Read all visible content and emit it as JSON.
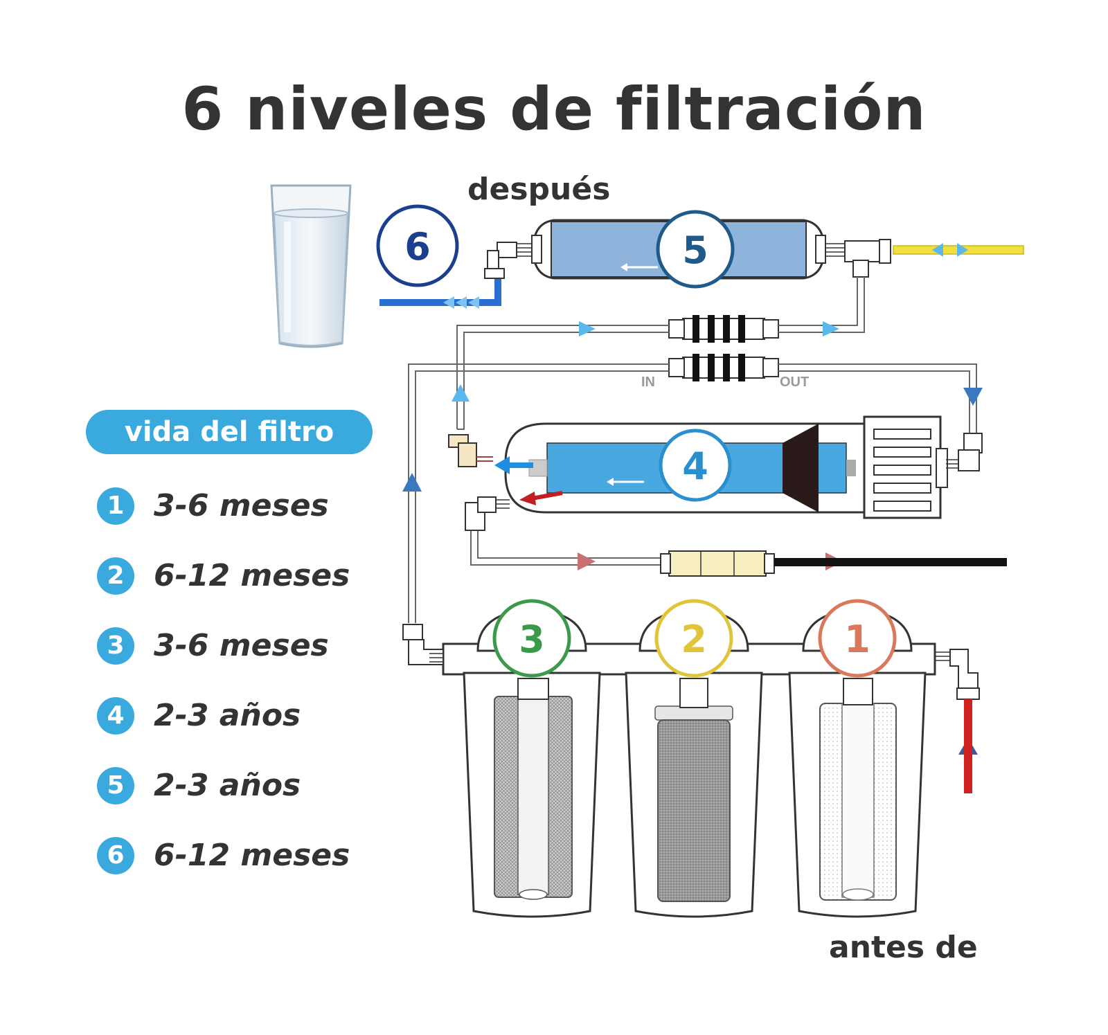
{
  "title": "6 niveles de filtración",
  "labels": {
    "after": "después",
    "before": "antes de",
    "port_in": "IN",
    "port_out": "OUT"
  },
  "life": {
    "heading": "vida del filtro",
    "items": [
      {
        "num": "1",
        "text": "3-6 meses"
      },
      {
        "num": "2",
        "text": "6-12 meses"
      },
      {
        "num": "3",
        "text": "3-6 meses"
      },
      {
        "num": "4",
        "text": "2-3 años"
      },
      {
        "num": "5",
        "text": "2-3 años"
      },
      {
        "num": "6",
        "text": "6-12 meses"
      }
    ]
  },
  "stages": {
    "s1": {
      "num": "1",
      "color": "#d9785a"
    },
    "s2": {
      "num": "2",
      "color": "#e0c43a"
    },
    "s3": {
      "num": "3",
      "color": "#3a9a4a"
    },
    "s4": {
      "num": "4",
      "color": "#2a8fcf"
    },
    "s5": {
      "num": "5",
      "color": "#1f5a8a"
    },
    "s6": {
      "num": "6",
      "color": "#1a3f8f"
    }
  },
  "colors": {
    "accent": "#3aa9dd",
    "text": "#333333",
    "pipe_yellow": "#f0e040",
    "pipe_red": "#d02020",
    "pipe_blue": "#2a6fd0",
    "pipe_black": "#111111"
  }
}
